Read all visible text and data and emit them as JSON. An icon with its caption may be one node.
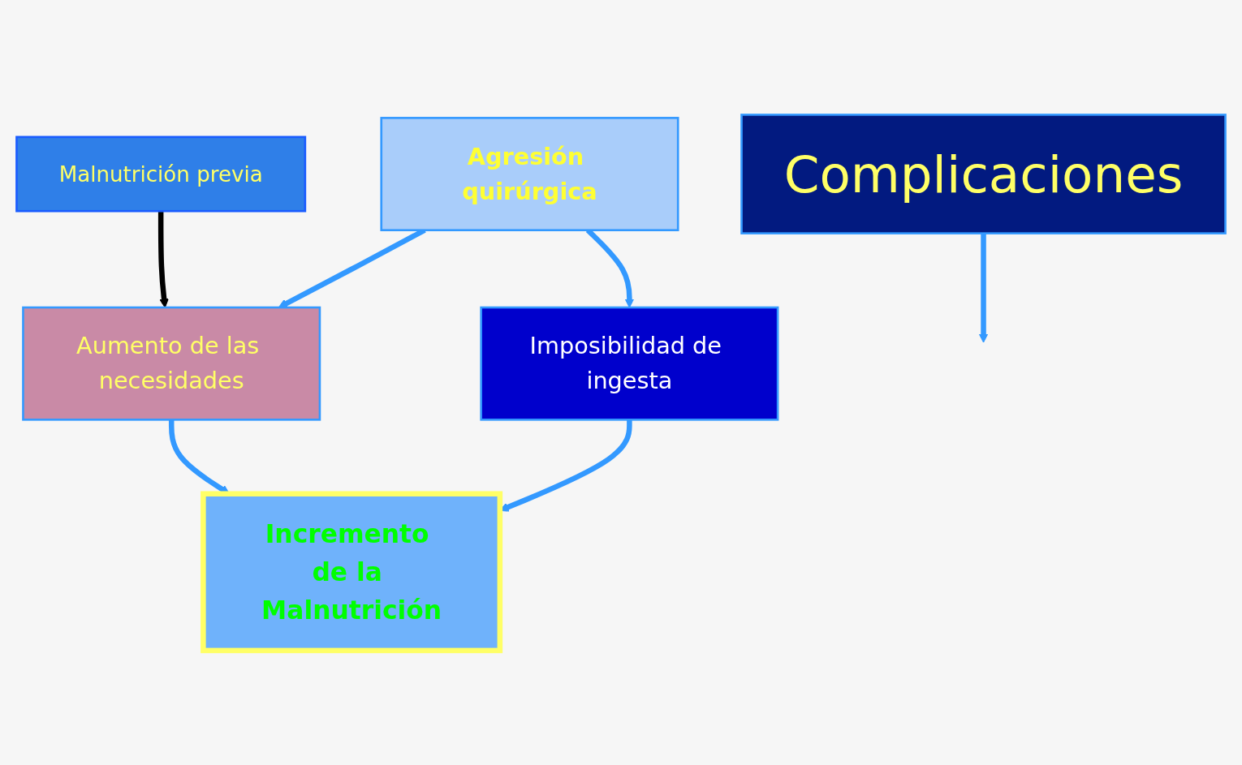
{
  "diagram": {
    "nodes": [
      {
        "text": [
          "Malnutrición previa"
        ]
      },
      {
        "text": [
          "Agresión quirúrgica"
        ]
      },
      {
        "text": [
          "Aumento de las necesidades"
        ]
      },
      {
        "text": [
          "Imposibilidad de ingesta"
        ]
      },
      {
        "text": [
          "Complicaciones"
        ]
      },
      {
        "text": [
          "Incremento de la Malnutrición"
        ]
      }
    ],
    "edges": [
      {
        "from": 0,
        "to": 2,
        "arrow": "to",
        "color": "#000000"
      },
      {
        "from": 1,
        "to": 2,
        "arrow": "to"
      },
      {
        "from": 1,
        "to": 3,
        "arrow": "to"
      },
      {
        "from": 2,
        "to": 5,
        "arrow": "to"
      },
      {
        "from": 3,
        "to": 5,
        "arrow": "to"
      },
      {
        "from": 4,
        "to": null,
        "arrow": "to"
      }
    ]
  }
}
